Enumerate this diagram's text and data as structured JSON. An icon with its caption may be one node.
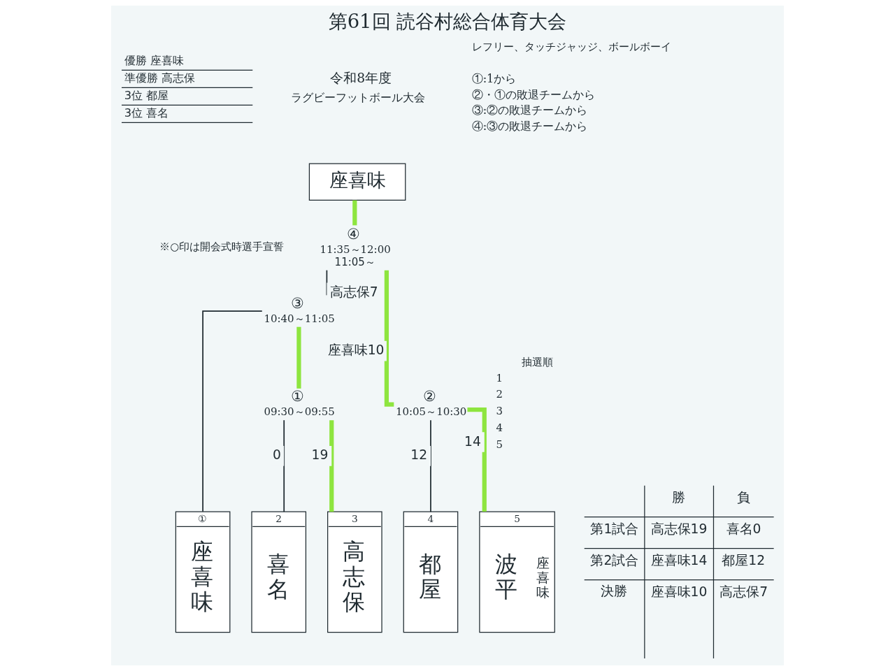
{
  "diagram": {
    "title": "第61回 読谷村総合体育大会",
    "nodes": [
      {
        "text": [
          "座喜味"
        ]
      },
      {
        "text": [
          "④"
        ],
        "beside": [
          "11:35～12:00",
          "11:05～"
        ]
      },
      {
        "text": [
          "③"
        ],
        "beside": [
          "10:40～11:05"
        ]
      },
      {
        "text": [
          "①"
        ],
        "beside": [
          "09:30～09:55"
        ]
      },
      {
        "text": [
          "②"
        ],
        "beside": [
          "10:05～10:30"
        ]
      },
      {
        "text": [
          "①",
          "座喜味"
        ]
      },
      {
        "text": [
          "2",
          "喜名"
        ]
      },
      {
        "text": [
          "3",
          "高志保"
        ]
      },
      {
        "text": [
          "4",
          "都屋"
        ]
      },
      {
        "text": [
          "5",
          "波平",
          "座喜味"
        ]
      }
    ],
    "edges": [
      {
        "from": 0,
        "to": 1,
        "arrow": "none"
      },
      {
        "from": 1,
        "to": 2,
        "arrow": "none",
        "label": "高志保7",
        "color": "#1f2a30"
      },
      {
        "from": 1,
        "to": 4,
        "arrow": "none",
        "label": "座喜味10"
      },
      {
        "from": 2,
        "to": 5,
        "arrow": "none",
        "color": "#1f2a30"
      },
      {
        "from": 2,
        "to": 3,
        "arrow": "none"
      },
      {
        "from": 3,
        "to": 6,
        "arrow": "none",
        "label": "0",
        "color": "#1f2a30"
      },
      {
        "from": 3,
        "to": 7,
        "arrow": "none",
        "label": "19"
      },
      {
        "from": 4,
        "to": 8,
        "arrow": "none",
        "label": "12",
        "color": "#1f2a30"
      },
      {
        "from": 4,
        "to": 9,
        "arrow": "none",
        "label": "14"
      }
    ],
    "labels": [
      "令和8年度",
      "ラグビーフットボール大会",
      "レフリー、タッチジャッジ、ボールボーイ",
      "①:1から",
      "②・①の敗退チームから",
      "③:②の敗退チームから",
      "④:③の敗退チームから",
      "優勝 座喜味",
      "準優勝 高志保",
      "3位 都屋",
      "3位 喜名",
      "※○印は開会式時選手宣誓",
      "抽選順",
      "1",
      "2",
      "3",
      "4",
      "5",
      "勝",
      "負",
      "第1試合",
      "高志保19",
      "喜名0",
      "第2試合",
      "座喜味14",
      "都屋12",
      "決勝",
      "座喜味10",
      "高志保7"
    ]
  }
}
